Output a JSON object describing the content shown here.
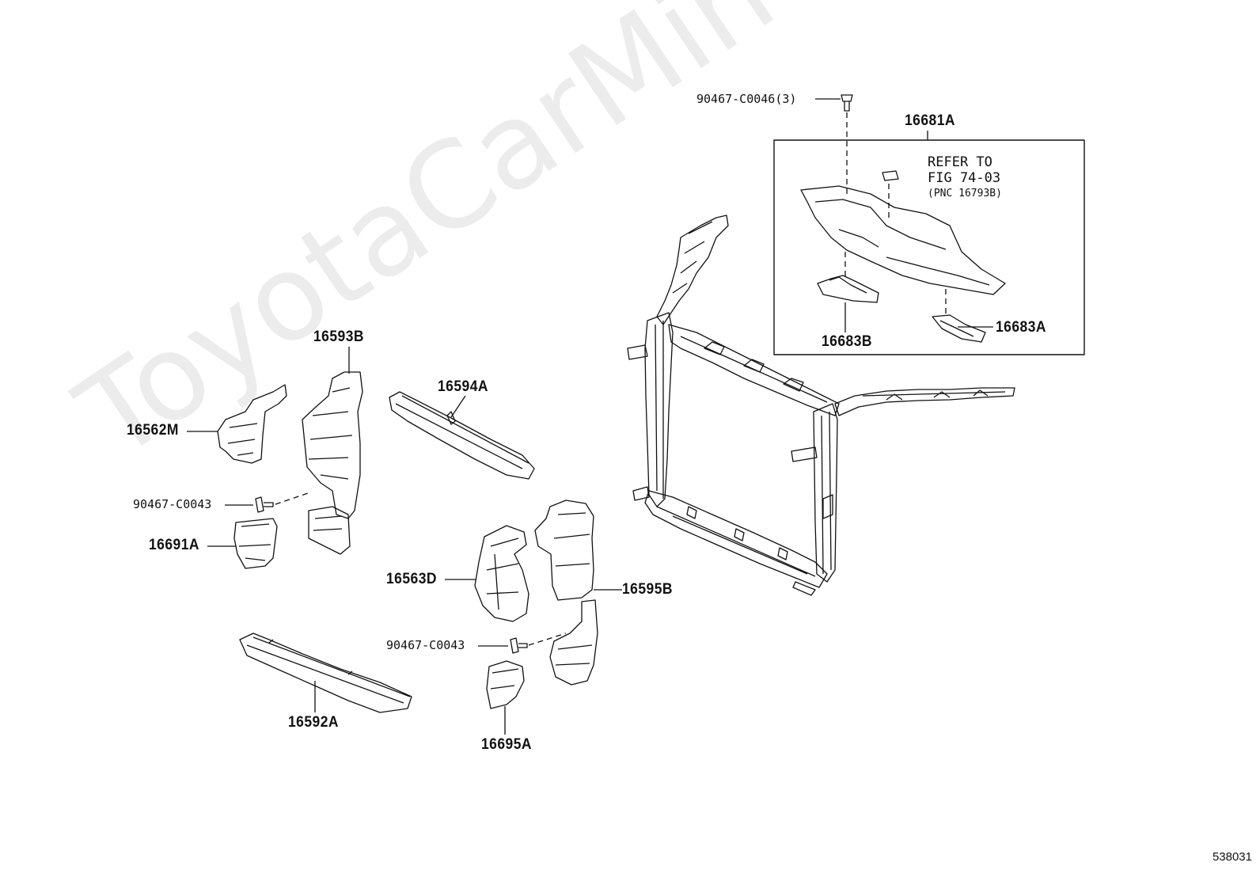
{
  "parts": {
    "p16593B": "16593B",
    "p16594A": "16594A",
    "p16562M": "16562M",
    "p90467_C0043_a": "90467-C0043",
    "p16691A": "16691A",
    "p16563D": "16563D",
    "p16595B": "16595B",
    "p90467_C0043_b": "90467-C0043",
    "p16695A": "16695A",
    "p16592A": "16592A",
    "p90467_C0046": "90467-C0046(3)",
    "p16681A": "16681A",
    "p16683B": "16683B",
    "p16683A": "16683A"
  },
  "note": {
    "line1": "REFER TO",
    "line2": "FIG 74-03",
    "line3": "(PNC 16793B)"
  },
  "watermark": "ToyotaCarMine.ru",
  "figure_number": "538031",
  "colors": {
    "line": "#111111",
    "watermark": "#000000"
  }
}
